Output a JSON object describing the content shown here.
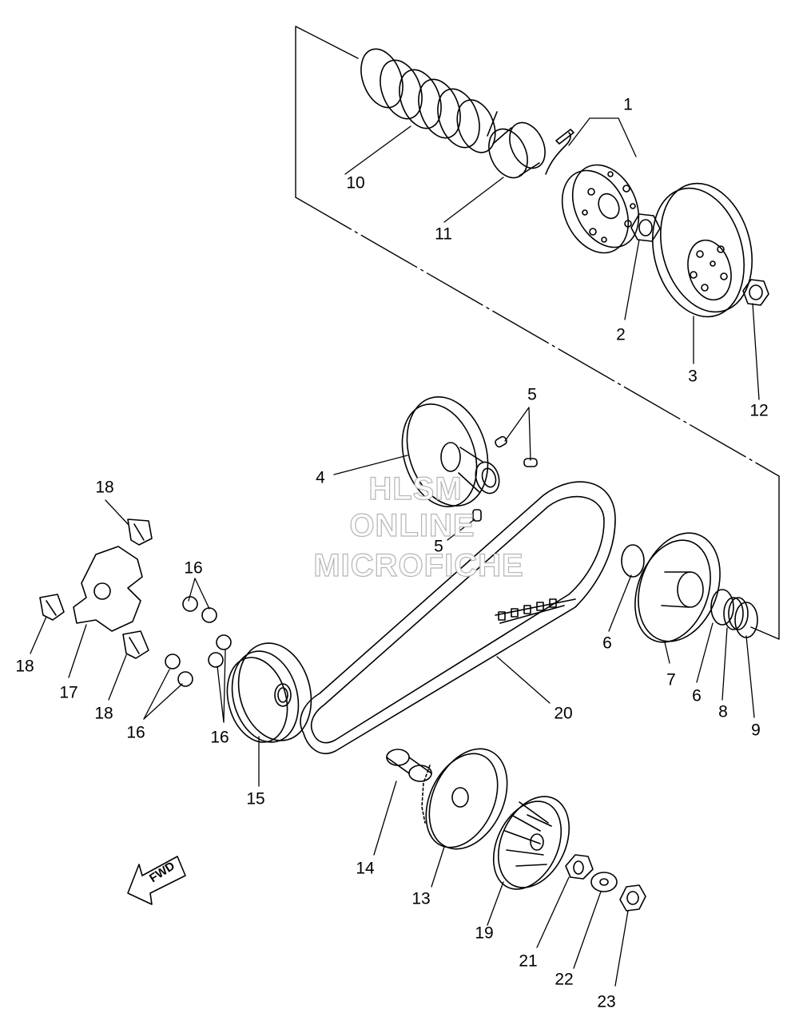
{
  "watermark": {
    "line1": "HLSM",
    "line2": "ONLINE",
    "line3": "MICROFICHE"
  },
  "direction_arrow": {
    "label": "FWD",
    "icon": "fwd-arrow-icon"
  },
  "callouts": [
    {
      "id": "c1",
      "text": "1"
    },
    {
      "id": "c2",
      "text": "2"
    },
    {
      "id": "c3",
      "text": "3"
    },
    {
      "id": "c4",
      "text": "4"
    },
    {
      "id": "c5a",
      "text": "5"
    },
    {
      "id": "c5b",
      "text": "5"
    },
    {
      "id": "c6a",
      "text": "6"
    },
    {
      "id": "c6b",
      "text": "6"
    },
    {
      "id": "c7",
      "text": "7"
    },
    {
      "id": "c8",
      "text": "8"
    },
    {
      "id": "c9",
      "text": "9"
    },
    {
      "id": "c10",
      "text": "10"
    },
    {
      "id": "c11",
      "text": "11"
    },
    {
      "id": "c12",
      "text": "12"
    },
    {
      "id": "c13",
      "text": "13"
    },
    {
      "id": "c14",
      "text": "14"
    },
    {
      "id": "c15",
      "text": "15"
    },
    {
      "id": "c16a",
      "text": "16"
    },
    {
      "id": "c16b",
      "text": "16"
    },
    {
      "id": "c16c",
      "text": "16"
    },
    {
      "id": "c17",
      "text": "17"
    },
    {
      "id": "c18a",
      "text": "18"
    },
    {
      "id": "c18b",
      "text": "18"
    },
    {
      "id": "c18c",
      "text": "18"
    },
    {
      "id": "c19",
      "text": "19"
    },
    {
      "id": "c20",
      "text": "20"
    },
    {
      "id": "c21",
      "text": "21"
    },
    {
      "id": "c22",
      "text": "22"
    },
    {
      "id": "c23",
      "text": "23"
    }
  ],
  "colors": {
    "line": "#000000",
    "background": "#ffffff",
    "watermark": "#b5b5b5"
  }
}
